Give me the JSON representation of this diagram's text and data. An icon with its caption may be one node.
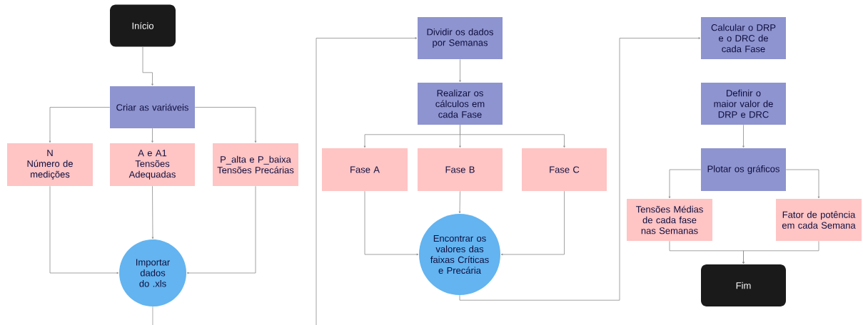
{
  "diagram": {
    "nodes": [
      {
        "text": [
          "Início"
        ]
      },
      {
        "text": [
          "Criar as variáveis"
        ]
      },
      {
        "text": [
          "N",
          "Número de medições"
        ]
      },
      {
        "text": [
          "A e A1",
          "Tensões Adequadas"
        ]
      },
      {
        "text": [
          "P_alta e P_baixa",
          "Tensões Precárias"
        ]
      },
      {
        "text": [
          "Importar dados do .xls"
        ]
      },
      {
        "text": [
          "Dividir os dados por Semanas"
        ]
      },
      {
        "text": [
          "Realizar os cálculos em cada Fase"
        ]
      },
      {
        "text": [
          "Fase A"
        ]
      },
      {
        "text": [
          "Fase B"
        ]
      },
      {
        "text": [
          "Fase C"
        ]
      },
      {
        "text": [
          "Encontrar os valores das faixas Críticas e Precária"
        ]
      },
      {
        "text": [
          "Calcular o DRP e o DRC de cada Fase"
        ]
      },
      {
        "text": [
          "Definir o maior valor de DRP e DRC"
        ]
      },
      {
        "text": [
          "Plotar os gráficos"
        ]
      },
      {
        "text": [
          "Tensões Médias de cada fase nas Semanas"
        ]
      },
      {
        "text": [
          "Fator de potência em cada Semana"
        ]
      },
      {
        "text": [
          "Fim"
        ]
      }
    ],
    "edges": [
      {
        "from": 0,
        "to": 1,
        "arrow": "to"
      },
      {
        "from": 1,
        "to": 2,
        "arrow": "to"
      },
      {
        "from": 1,
        "to": 3,
        "arrow": "to"
      },
      {
        "from": 1,
        "to": 4,
        "arrow": "to"
      },
      {
        "from": 2,
        "to": 5,
        "arrow": "to"
      },
      {
        "from": 3,
        "to": 5,
        "arrow": "to"
      },
      {
        "from": 4,
        "to": 5,
        "arrow": "to"
      },
      {
        "from": 5,
        "to": null,
        "arrow": "none"
      },
      {
        "from": null,
        "to": 6,
        "arrow": "to"
      },
      {
        "from": 6,
        "to": 7,
        "arrow": "to"
      },
      {
        "from": 7,
        "to": 8,
        "arrow": "to"
      },
      {
        "from": 7,
        "to": 9,
        "arrow": "to"
      },
      {
        "from": 7,
        "to": 10,
        "arrow": "to"
      },
      {
        "from": 8,
        "to": 11,
        "arrow": "to"
      },
      {
        "from": 9,
        "to": 11,
        "arrow": "to"
      },
      {
        "from": 10,
        "to": 11,
        "arrow": "to"
      },
      {
        "from": 11,
        "to": 12,
        "arrow": "to"
      },
      {
        "from": 13,
        "to": 14,
        "arrow": "to"
      },
      {
        "from": 14,
        "to": 15,
        "arrow": "to"
      },
      {
        "from": 14,
        "to": 16,
        "arrow": "to"
      },
      {
        "from": 15,
        "to": 17,
        "arrow": "to"
      },
      {
        "from": 16,
        "to": 17,
        "arrow": "to"
      }
    ]
  }
}
